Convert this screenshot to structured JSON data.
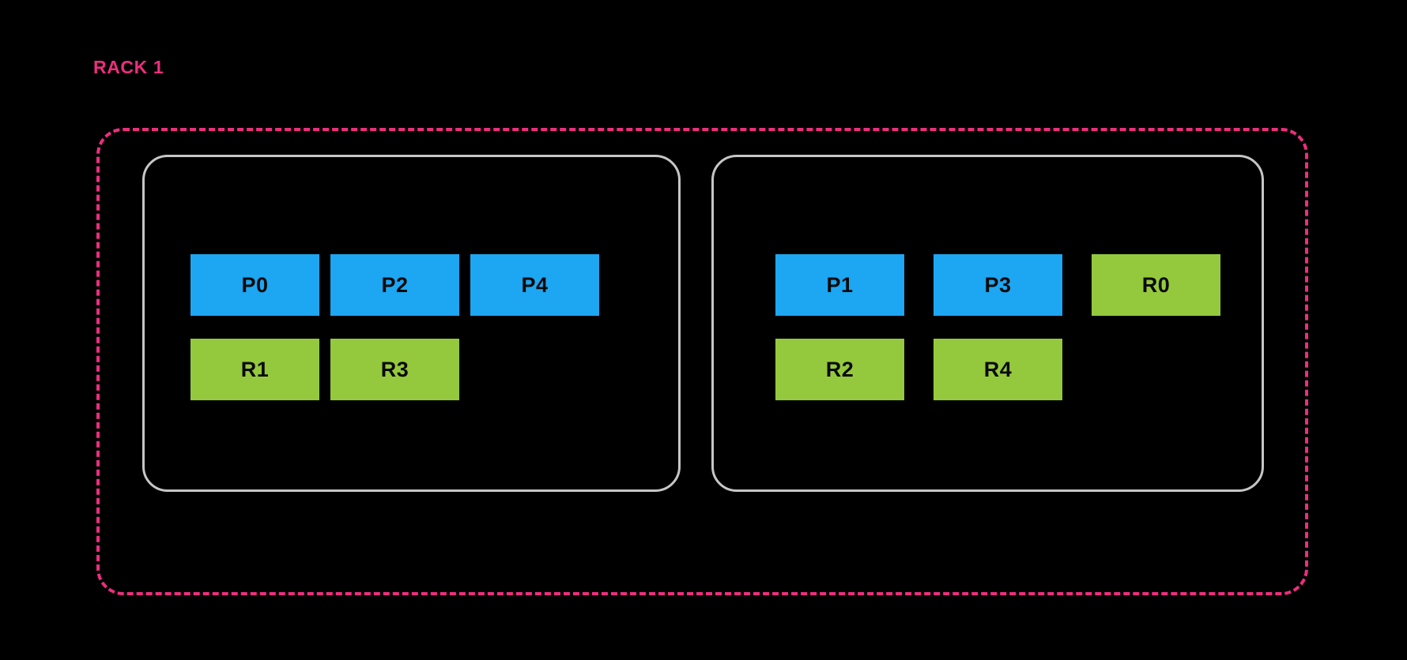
{
  "diagram": {
    "title": "RACK 1",
    "background_color": "#000000",
    "rack": {
      "label": "RACK 1",
      "border_color": "#ED2E7E",
      "border_style": "dashed"
    },
    "legend_colors": {
      "primary": "#1DA6F2",
      "replica": "#95C93D",
      "node_border": "#C6C6C6",
      "rack_border": "#ED2E7E",
      "chip_text": "#0A0A0A"
    },
    "nodes": [
      {
        "id": "node-0",
        "rows": [
          [
            {
              "label": "P0",
              "kind": "primary"
            },
            {
              "label": "P2",
              "kind": "primary"
            },
            {
              "label": "P4",
              "kind": "primary"
            }
          ],
          [
            {
              "label": "R1",
              "kind": "replica"
            },
            {
              "label": "R3",
              "kind": "replica"
            }
          ]
        ]
      },
      {
        "id": "node-1",
        "rows": [
          [
            {
              "label": "P1",
              "kind": "primary"
            },
            {
              "label": "P3",
              "kind": "primary"
            },
            {
              "label": "R0",
              "kind": "replica"
            }
          ],
          [
            {
              "label": "R2",
              "kind": "replica"
            },
            {
              "label": "R4",
              "kind": "replica"
            }
          ]
        ]
      }
    ]
  }
}
